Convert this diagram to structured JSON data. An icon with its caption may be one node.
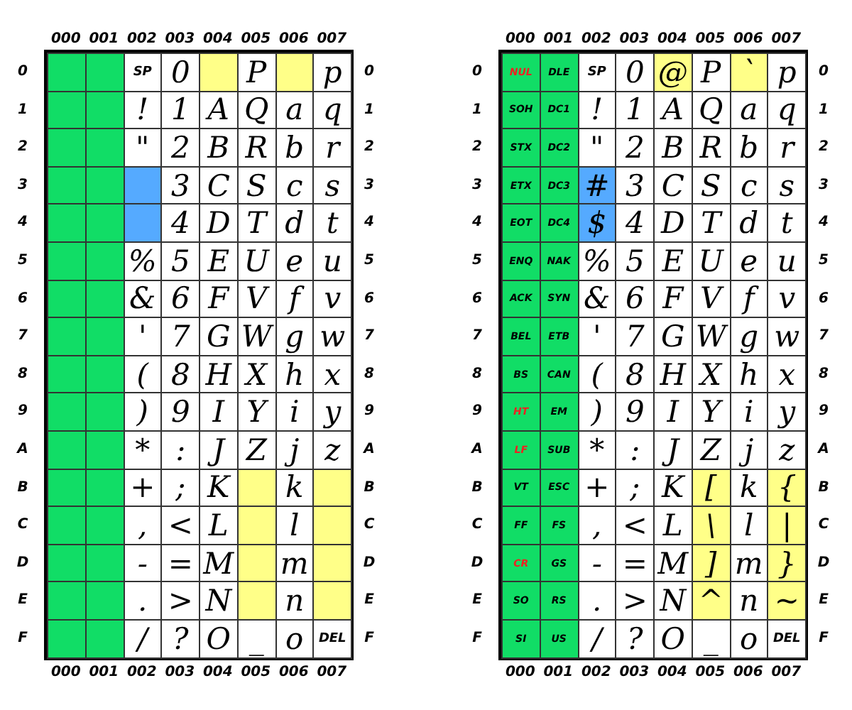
{
  "diagram": {
    "labels": [
      "000",
      "001",
      "002",
      "003",
      "004",
      "005",
      "006",
      "007",
      "0",
      "SP",
      "0",
      "P",
      "p",
      "0",
      "1",
      "!",
      "1",
      "A",
      "Q",
      "a",
      "q",
      "1",
      "2",
      "\"",
      "2",
      "B",
      "R",
      "b",
      "r",
      "2",
      "3",
      "3",
      "C",
      "S",
      "c",
      "s",
      "3",
      "4",
      "4",
      "D",
      "T",
      "d",
      "t",
      "4",
      "5",
      "%",
      "5",
      "E",
      "U",
      "e",
      "u",
      "5",
      "6",
      "&",
      "6",
      "F",
      "V",
      "f",
      "v",
      "6",
      "7",
      "'",
      "7",
      "G",
      "W",
      "g",
      "w",
      "7",
      "8",
      "(",
      "8",
      "H",
      "X",
      "h",
      "x",
      "8",
      "9",
      ")",
      "9",
      "I",
      "Y",
      "i",
      "y",
      "9",
      "A",
      "*",
      ":",
      "J",
      "Z",
      "j",
      "z",
      "A",
      "B",
      "+",
      ";",
      "K",
      "k",
      "B",
      "C",
      ",",
      "<",
      "L",
      "l",
      "C",
      "D",
      "-",
      "=",
      "M",
      "m",
      "D",
      "E",
      ".",
      ">",
      "N",
      "n",
      "E",
      "F",
      "/",
      "?",
      "O",
      "_",
      "o",
      "DEL",
      "F",
      "000",
      "001",
      "002",
      "003",
      "004",
      "005",
      "006",
      "007",
      "000",
      "001",
      "002",
      "003",
      "004",
      "005",
      "006",
      "007",
      "0",
      "NUL",
      "DLE",
      "SP",
      "0",
      "@",
      "P",
      "`",
      "p",
      "0",
      "1",
      "SOH",
      "DC1",
      "!",
      "1",
      "A",
      "Q",
      "a",
      "q",
      "1",
      "2",
      "STX",
      "DC2",
      "\"",
      "2",
      "B",
      "R",
      "b",
      "r",
      "2",
      "3",
      "ETX",
      "DC3",
      "#",
      "3",
      "C",
      "S",
      "c",
      "s",
      "3",
      "4",
      "EOT",
      "DC4",
      "$",
      "4",
      "D",
      "T",
      "d",
      "t",
      "4",
      "5",
      "ENQ",
      "NAK",
      "%",
      "5",
      "E",
      "U",
      "e",
      "u",
      "5",
      "6",
      "ACK",
      "SYN",
      "&",
      "6",
      "F",
      "V",
      "f",
      "v",
      "6",
      "7",
      "BEL",
      "ETB",
      "'",
      "7",
      "G",
      "W",
      "g",
      "w",
      "7",
      "8",
      "BS",
      "CAN",
      "(",
      "8",
      "H",
      "X",
      "h",
      "x",
      "8",
      "9",
      "HT",
      "EM",
      ")",
      "9",
      "I",
      "Y",
      "i",
      "y",
      "9",
      "A",
      "LF",
      "SUB",
      "*",
      ":",
      "J",
      "Z",
      "j",
      "z",
      "A",
      "B",
      "VT",
      "ESC",
      "+",
      ";",
      "K",
      "[",
      "k",
      "{",
      "B",
      "C",
      "FF",
      "FS",
      ",",
      "<",
      "L",
      "\\",
      "l",
      "|",
      "C",
      "D",
      "CR",
      "GS",
      "-",
      "=",
      "M",
      "]",
      "m",
      "}",
      "D",
      "E",
      "SO",
      "RS",
      ".",
      ">",
      "N",
      "^",
      "n",
      "~",
      "E",
      "F",
      "SI",
      "US",
      "/",
      "?",
      "O",
      "_",
      "o",
      "DEL",
      "F",
      "000",
      "001",
      "002",
      "003",
      "004",
      "005",
      "006",
      "007"
    ]
  }
}
